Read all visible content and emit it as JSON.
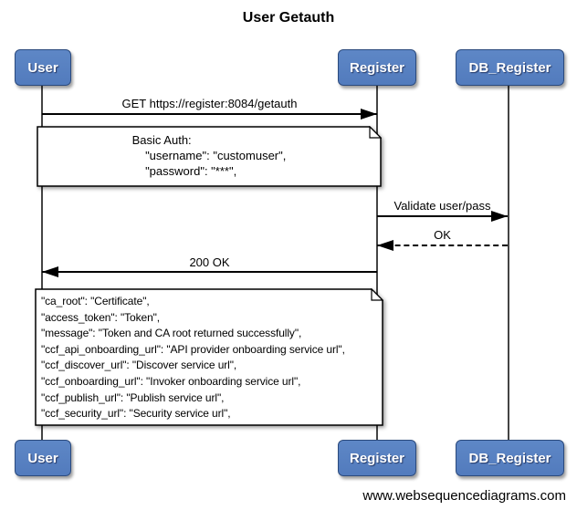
{
  "title": "User Getauth",
  "actors": [
    {
      "name": "User"
    },
    {
      "name": "Register"
    },
    {
      "name": "DB_Register"
    }
  ],
  "messages": [
    {
      "label": "GET https://register:8084/getauth",
      "from": "User",
      "to": "Register",
      "line": "solid"
    },
    {
      "label": "Validate user/pass",
      "from": "Register",
      "to": "DB_Register",
      "line": "solid"
    },
    {
      "label": "OK",
      "from": "DB_Register",
      "to": "Register",
      "line": "dashed"
    },
    {
      "label": "200 OK",
      "from": "Register",
      "to": "User",
      "line": "solid"
    }
  ],
  "notes": [
    {
      "text": "Basic Auth:\n    \"username\": \"customuser\",\n    \"password\": \"***\","
    },
    {
      "text": "\"ca_root\": \"Certificate\",\n\"access_token\": \"Token\",\n\"message\": \"Token and CA root returned successfully\",\n\"ccf_api_onboarding_url\": \"API provider onboarding service url\",\n\"ccf_discover_url\": \"Discover service url\",\n\"ccf_onboarding_url\": \"Invoker onboarding service url\",\n\"ccf_publish_url\": \"Publish service url\",\n\"ccf_security_url\": \"Security service url\","
    }
  ],
  "watermark": "www.websequencediagrams.com",
  "colors": {
    "actor_fill": "#527BBD",
    "actor_border": "#2B4A7D",
    "actor_text": "#FFFFFF",
    "lifeline": "#444444",
    "arrow": "#000000",
    "note_fill": "#FFFFFF",
    "note_border": "#000000"
  }
}
